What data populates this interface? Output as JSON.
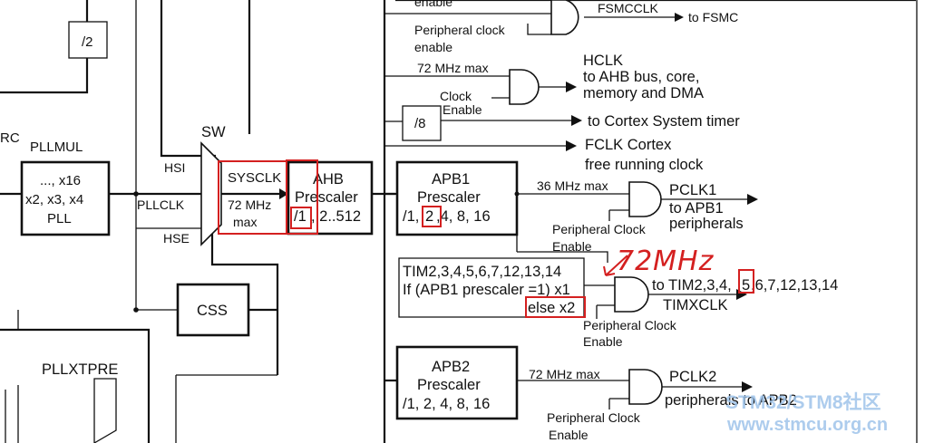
{
  "blocks": {
    "div2": "/2",
    "pllmul_title": "PLLMUL",
    "pll_l1": "..., x16",
    "pll_l2": "x2, x3, x4",
    "pll_l3": "PLL",
    "rc_fragment": "RC",
    "css": "CSS",
    "pllxtpre": "PLLXTPRE",
    "sw": "SW",
    "hsi": "HSI",
    "pllclk": "PLLCLK",
    "hse": "HSE",
    "sysclk": "SYSCLK",
    "mhz72": "72 MHz",
    "max": "max",
    "ahb_l1": "AHB",
    "ahb_l2": "Prescaler",
    "ahb_l3_a": "/1",
    "ahb_l3_b": ", 2..512",
    "div8": "/8",
    "apb1_l1": "APB1",
    "apb1_l2": "Prescaler",
    "apb1_l3_a": "/1,",
    "apb1_l3_b": "2",
    "apb1_l3_c": ",4, 8, 16",
    "apb2_l1": "APB2",
    "apb2_l2": "Prescaler",
    "apb2_l3": "/1, 2, 4, 8, 16",
    "tim_l1": "TIM2,3,4,5,6,7,12,13,14",
    "tim_l2": "If (APB1 prescaler =1) x1",
    "tim_l3": "else  x2"
  },
  "labels": {
    "enable_top": "enable",
    "periph_clk_enable_l1": "Peripheral clock",
    "periph_clk_enable_l2": "enable",
    "fsmcclk": "FSMCCLK",
    "to_fsmc": "to FSMC",
    "hclk_max": "72 MHz max",
    "clock_enable_l1": "Clock",
    "clock_enable_l2": "Enable",
    "hclk": "HCLK",
    "hclk_d1": "to AHB bus, core,",
    "hclk_d2": "memory and DMA",
    "cortex_timer": "to Cortex System timer",
    "fclk_l1": "FCLK Cortex",
    "fclk_l2": "free running clock",
    "apb1_max": "36 MHz max",
    "pclk1": "PCLK1",
    "pclk1_d1": "to APB1",
    "pclk1_d2": "peripherals",
    "pce1_l1": "Peripheral Clock",
    "pce1_l2": "Enable",
    "tim_to_a": "to TIM2,3,4,",
    "tim_to_b": "5",
    "tim_to_c": ",6,7,12,13,14",
    "timxclk": "TIMXCLK",
    "pce2_l1": "Peripheral Clock",
    "pce2_l2": "Enable",
    "apb2_max": "72 MHz max",
    "pclk2": "PCLK2",
    "pclk2_d": "peripherals to APB2",
    "pce3_l1": "Peripheral Clock",
    "pce3_l2": "Enable"
  },
  "annotation": {
    "handwritten": "72MHz"
  },
  "watermark": {
    "line1": "STM32/STM8社区",
    "line2": "www.stmcu.org.cn"
  },
  "colors": {
    "line": "#111111",
    "annotation": "#d42020",
    "watermark": "#9fc4ea"
  }
}
